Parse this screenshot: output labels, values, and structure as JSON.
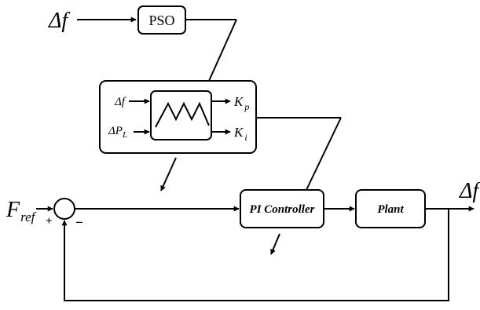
{
  "diagram": {
    "input_delta_f": "Δf",
    "pso_label": "PSO",
    "fuzzy_block": {
      "input_delta_f": "Δf",
      "input_delta_p_main": "ΔP",
      "input_delta_p_sub": "L",
      "output_k_main": "K",
      "output_kp_sub": "p",
      "output_ki_sub": "i"
    },
    "f_ref_main": "F",
    "f_ref_sub": "ref",
    "sum_plus": "+",
    "sum_minus": "−",
    "pi_controller_label": "PI Controller",
    "plant_label": "Plant",
    "output_delta_f": "Δf"
  }
}
